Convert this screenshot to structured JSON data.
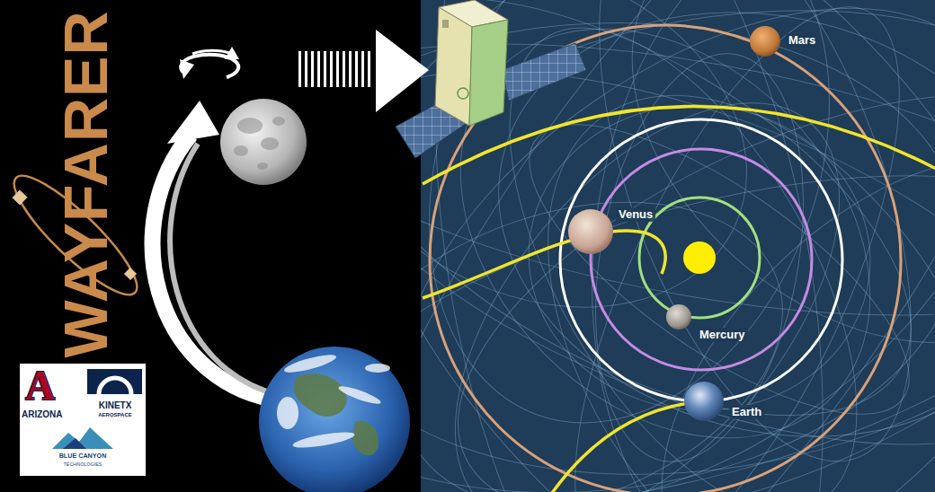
{
  "diagram": {
    "nodes": [
      {
        "text": [
          "A",
          "ARIZONA",
          "KINETX",
          "AEROSPACE",
          "BLUE CANYON",
          "TECHNOLOGIES"
        ]
      }
    ],
    "labels": [
      "WAYFARER",
      "Mars",
      "Venus",
      "Mercury",
      "Earth"
    ]
  }
}
